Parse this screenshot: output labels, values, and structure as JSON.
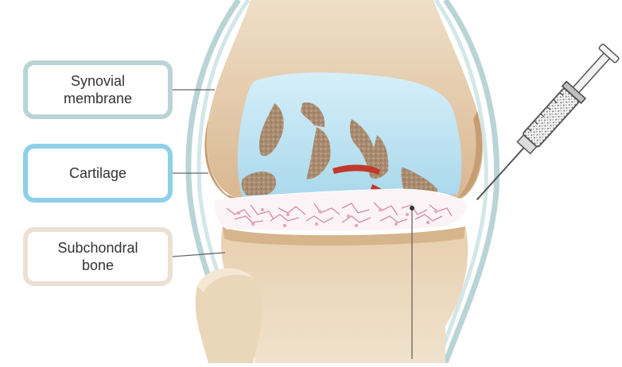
{
  "labels": {
    "synovial_membrane": "Synovial\nmembrane",
    "cartilage": "Cartilage",
    "subchondral_bone": "Subchondral\nbone"
  },
  "colors": {
    "synovial_border": "#b9d4d6",
    "cartilage_border": "#8ed0e8",
    "bone_border": "#ece0d3",
    "bone": "#e9d3b4",
    "bone_shadow": "#d2ac86",
    "joint_fluid": "#bfe3f2",
    "cartilage_fragments": "#a98c70",
    "inflammation": "#c0392b",
    "membrane": "#aeccd0",
    "syringe_barrel": "#e8e8e8"
  },
  "icons": {
    "syringe": "syringe-icon"
  }
}
